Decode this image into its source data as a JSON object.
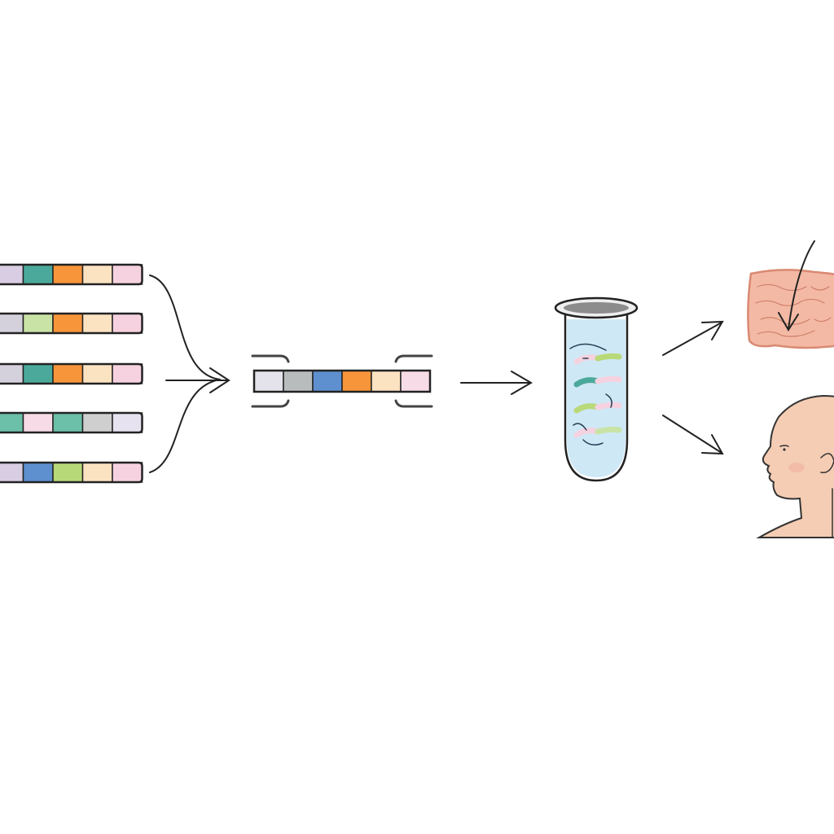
{
  "colors": {
    "outline": "#222222",
    "lavender": "#d9cde4",
    "teal": "#4aa99a",
    "orange": "#f7953a",
    "peach": "#fbe3c2",
    "pink": "#f6d2e0",
    "grey_lavender": "#d4d0dc",
    "light_green": "#c9e3a6",
    "mint_teal": "#6cbfa8",
    "light_pink": "#f7dbe6",
    "pale_grey": "#cfcfcf",
    "pale_lavender": "#e6e2ef",
    "blue": "#5e8fce",
    "yellow_green": "#b8d978",
    "light_grey_lavender": "#e4e2ea",
    "grey": "#b9bcbd",
    "tube_liquid": "#cfe8f6",
    "tissue": "#f3b9a4",
    "skin": "#f5cdb4"
  },
  "input_strips": [
    {
      "segments": [
        "lavender",
        "teal",
        "orange",
        "peach",
        "pink"
      ]
    },
    {
      "segments": [
        "grey_lavender",
        "light_green",
        "orange",
        "peach",
        "pink"
      ]
    },
    {
      "segments": [
        "grey_lavender",
        "teal",
        "orange",
        "peach",
        "pink"
      ]
    },
    {
      "segments": [
        "mint_teal",
        "light_pink",
        "mint_teal",
        "pale_grey",
        "pale_lavender"
      ]
    },
    {
      "segments": [
        "lavender",
        "blue",
        "yellow_green",
        "peach",
        "pink"
      ]
    }
  ],
  "assembled_strip": {
    "segments": [
      "light_grey_lavender",
      "grey",
      "blue",
      "orange",
      "peach",
      "light_pink"
    ]
  },
  "tube_fragments": [
    {
      "colors": [
        "yellow_green",
        "pink"
      ]
    },
    {
      "colors": [
        "pink",
        "teal"
      ]
    },
    {
      "colors": [
        "pink",
        "yellow_green"
      ]
    },
    {
      "colors": [
        "light_green",
        "pink"
      ]
    }
  ],
  "icons": {
    "tube": "test-tube-icon",
    "tissue": "tissue-sample-icon",
    "head": "human-head-icon"
  }
}
